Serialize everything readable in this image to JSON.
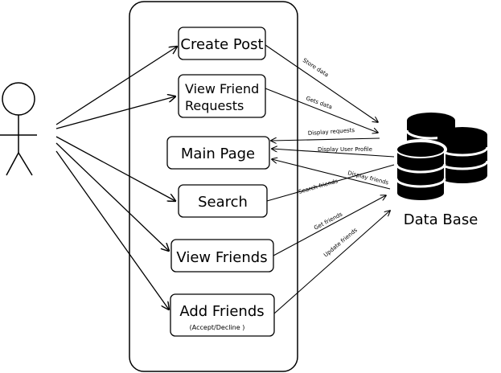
{
  "actor": {
    "icon": "stick-figure-user-icon"
  },
  "use_cases": {
    "create_post": "Create Post",
    "view_friend_requests_line1": "View Friend",
    "view_friend_requests_line2": "Requests",
    "main_page": "Main Page",
    "search": "Search",
    "view_friends": "View Friends",
    "add_friends": "Add Friends",
    "add_friends_sub": "(Accept/Decline )"
  },
  "database": {
    "icon": "database-icon",
    "label": "Data Base"
  },
  "edge_labels": {
    "store_data": "Store data",
    "gets_data": "Gets data",
    "display_requests": "Display requests",
    "display_user_profile": "Display User Profile",
    "display_friends": "Display friends",
    "search_friends": "Search friends",
    "get_friends": "Get friends",
    "update_friends": "Update friends"
  }
}
